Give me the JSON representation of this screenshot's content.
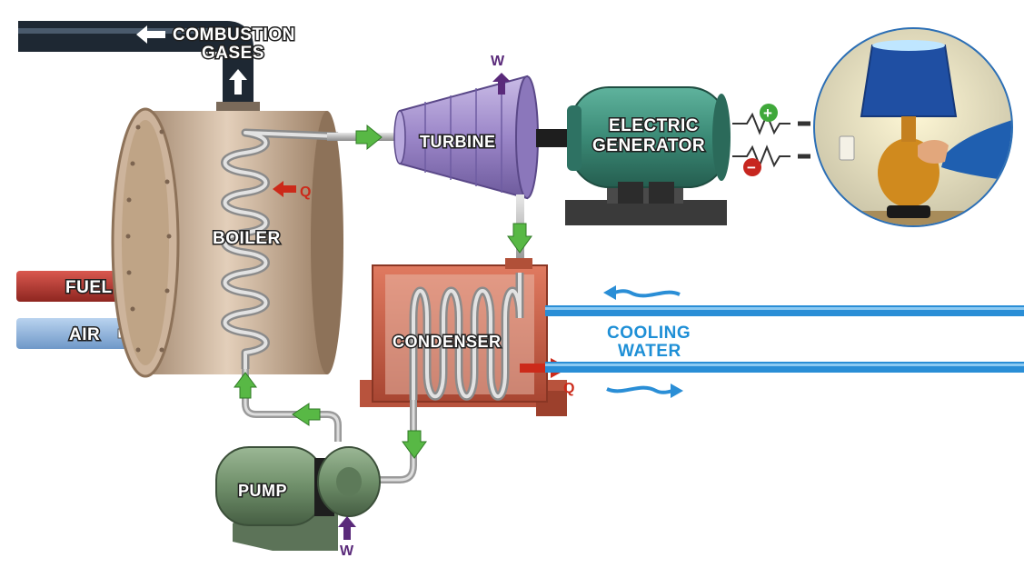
{
  "labels": {
    "combustion_gases_line1": "COMBUSTION",
    "combustion_gases_line2": "GASES",
    "boiler": "BOILER",
    "fuel": "FUEL",
    "air": "AIR",
    "turbine": "TURBINE",
    "generator_line1": "ELECTRIC",
    "generator_line2": "GENERATOR",
    "condenser": "CONDENSER",
    "cooling_water_line1": "COOLING",
    "cooling_water_line2": "WATER",
    "pump": "PUMP",
    "heat_in": "Q",
    "heat_out": "Q",
    "work_out": "W",
    "work_in": "W",
    "plus": "+",
    "minus": "−"
  },
  "colors": {
    "boiler": "#c9ae93",
    "turbine": "#a996cf",
    "generator": "#3f8f7c",
    "condenser": "#c8604a",
    "pump": "#6f8f6a",
    "flow_arrow": "#58b845",
    "heat_arrow": "#cc2a1a",
    "work_arrow": "#5a2a7a",
    "fuel_pipe": "#b3352e",
    "air_pipe": "#8fb6df",
    "exhaust_pipe": "#2e3b4a",
    "cooling_pipe": "#2a8ed6"
  }
}
